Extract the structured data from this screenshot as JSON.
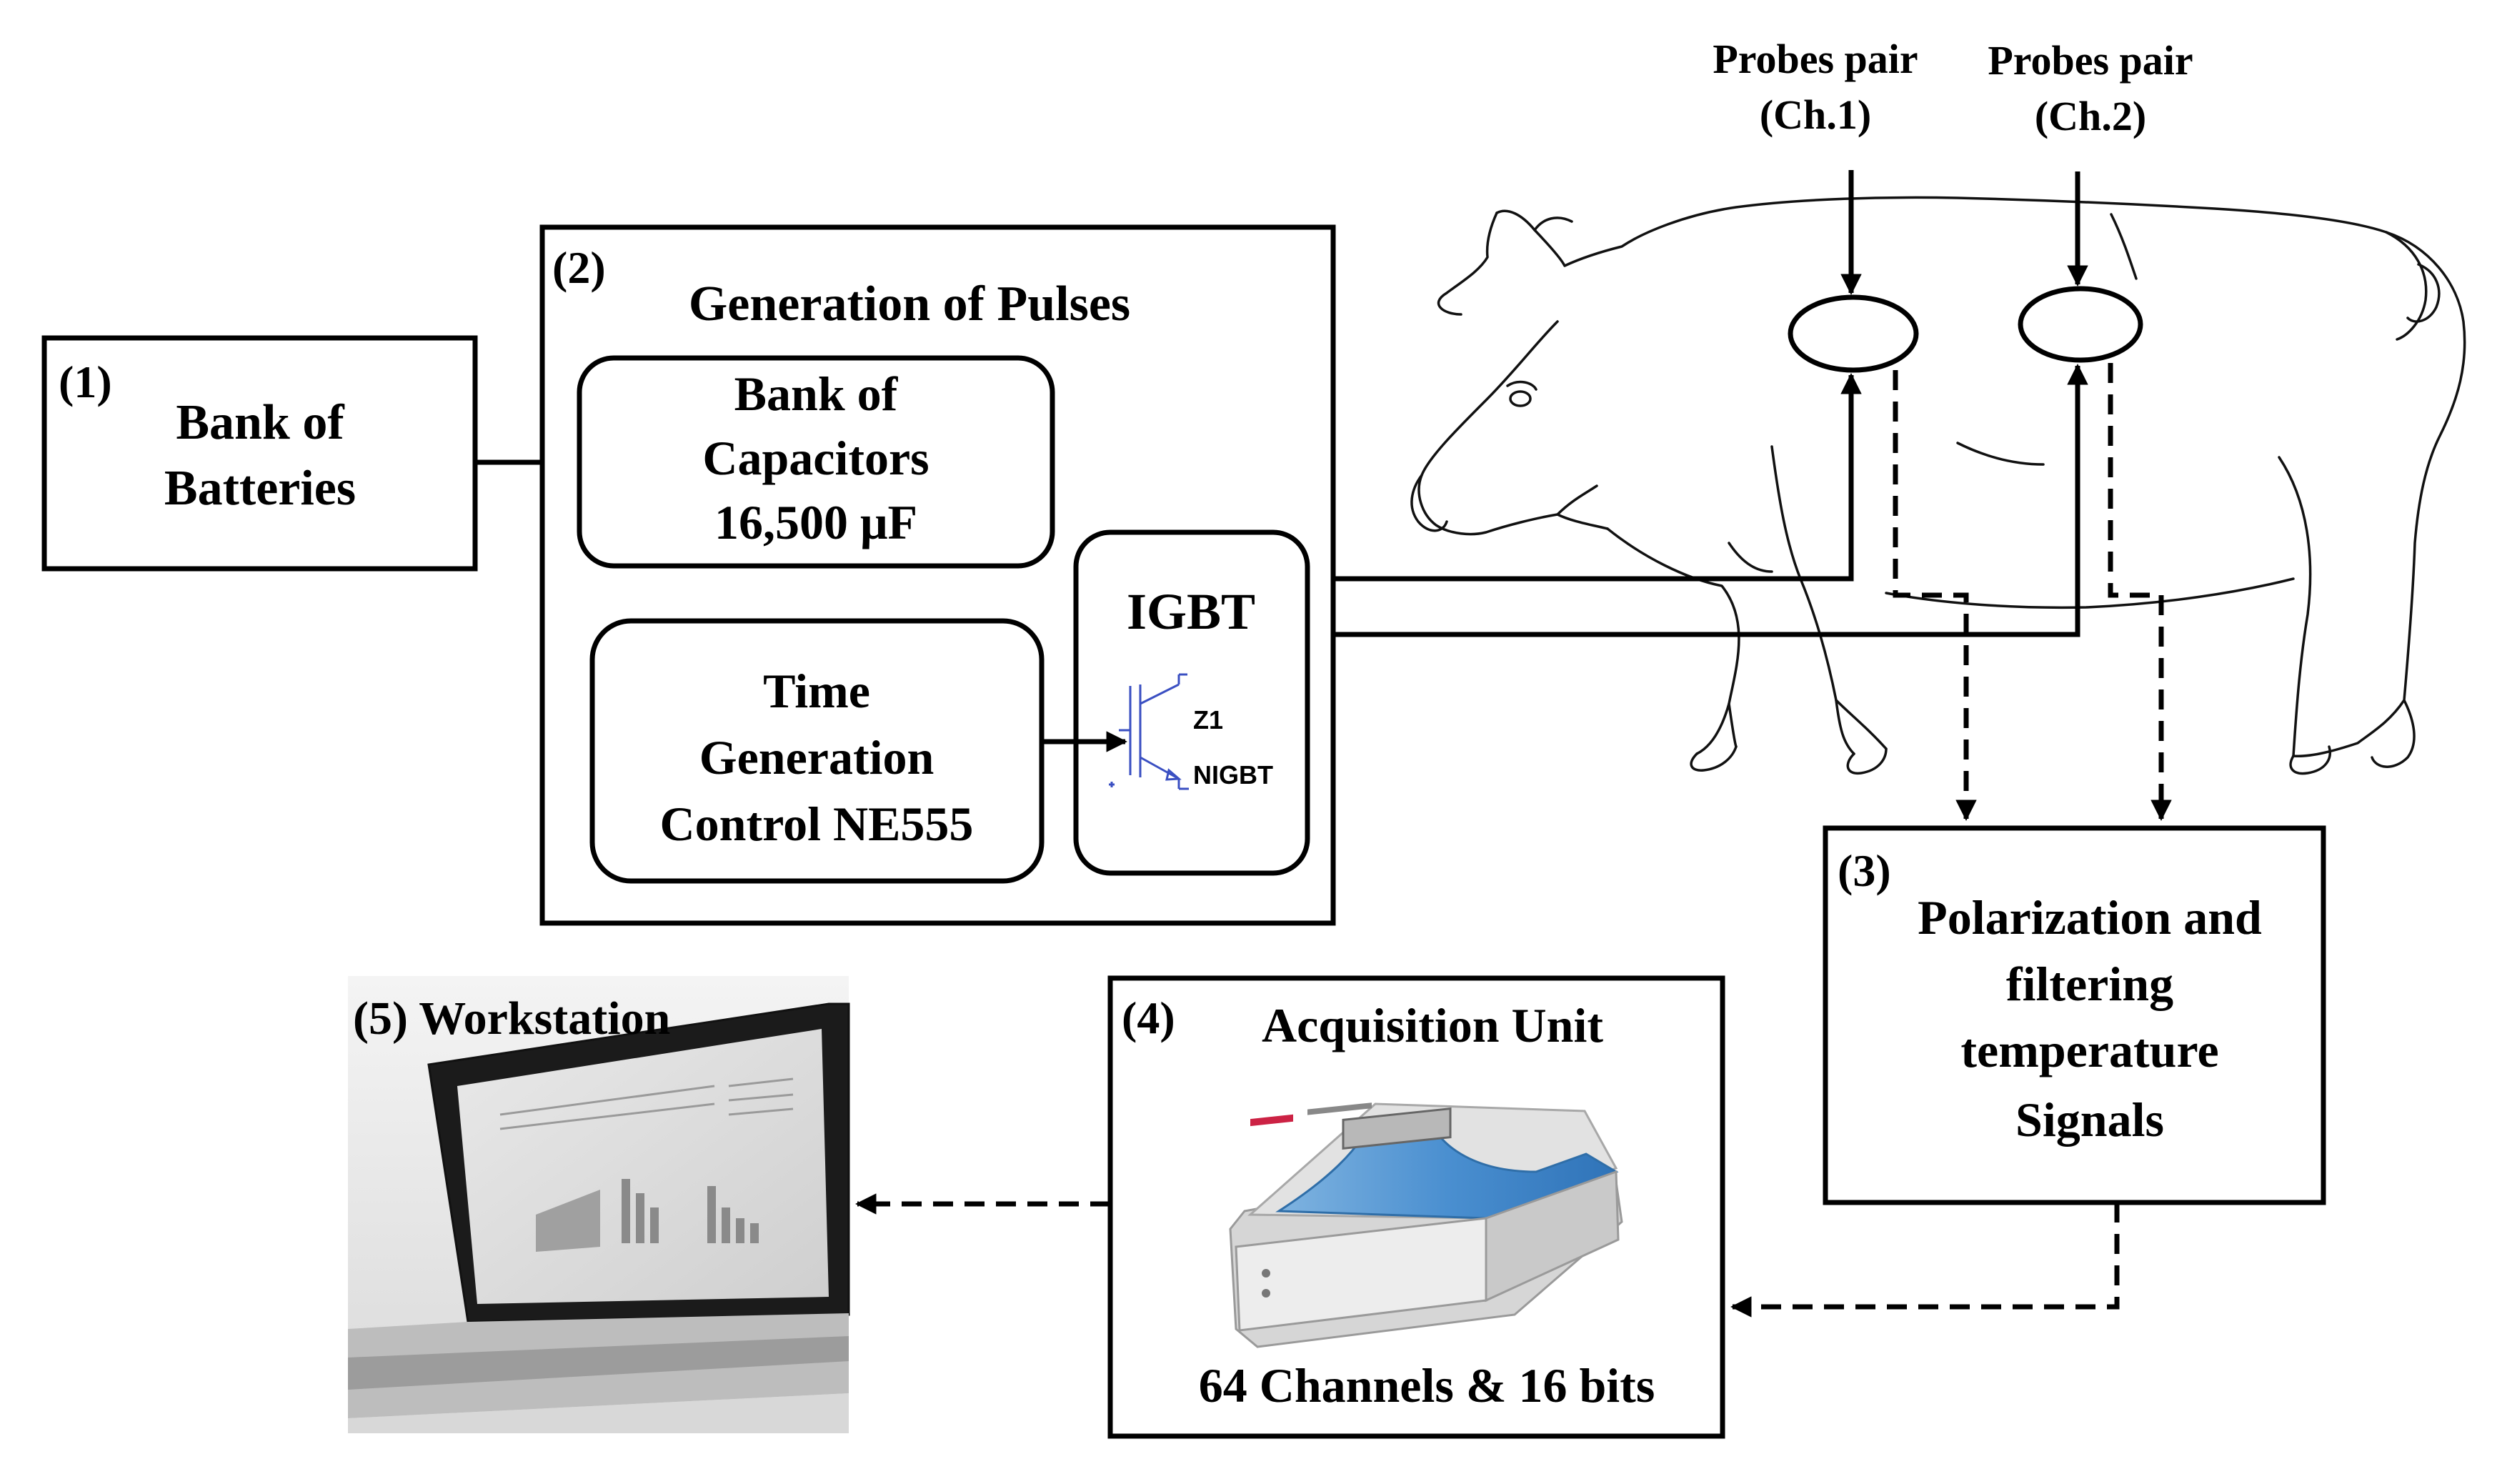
{
  "block1": {
    "number": "(1)",
    "line1": "Bank of",
    "line2": "Batteries"
  },
  "block2": {
    "number": "(2)",
    "title": "Generation of Pulses",
    "capacitors": {
      "line1": "Bank of",
      "line2": "Capacitors",
      "line3": "16,500 μF"
    },
    "timer": {
      "line1": "Time",
      "line2": "Generation",
      "line3": "Control NE555"
    },
    "igbt": {
      "title": "IGBT",
      "symbol_ref": "Z1",
      "symbol_part": "NIGBT"
    }
  },
  "probes": [
    {
      "line1": "Probes pair",
      "line2": "(Ch.1)"
    },
    {
      "line1": "Probes pair",
      "line2": "(Ch.2)"
    }
  ],
  "block3": {
    "number": "(3)",
    "line1": "Polarization and",
    "line2": "filtering",
    "line3": "temperature",
    "line4": "Signals"
  },
  "block4": {
    "number": "(4)",
    "title": "Acquisition Unit",
    "subtitle": "64 Channels & 16 bits"
  },
  "block5": {
    "label": "(5) Workstation"
  }
}
